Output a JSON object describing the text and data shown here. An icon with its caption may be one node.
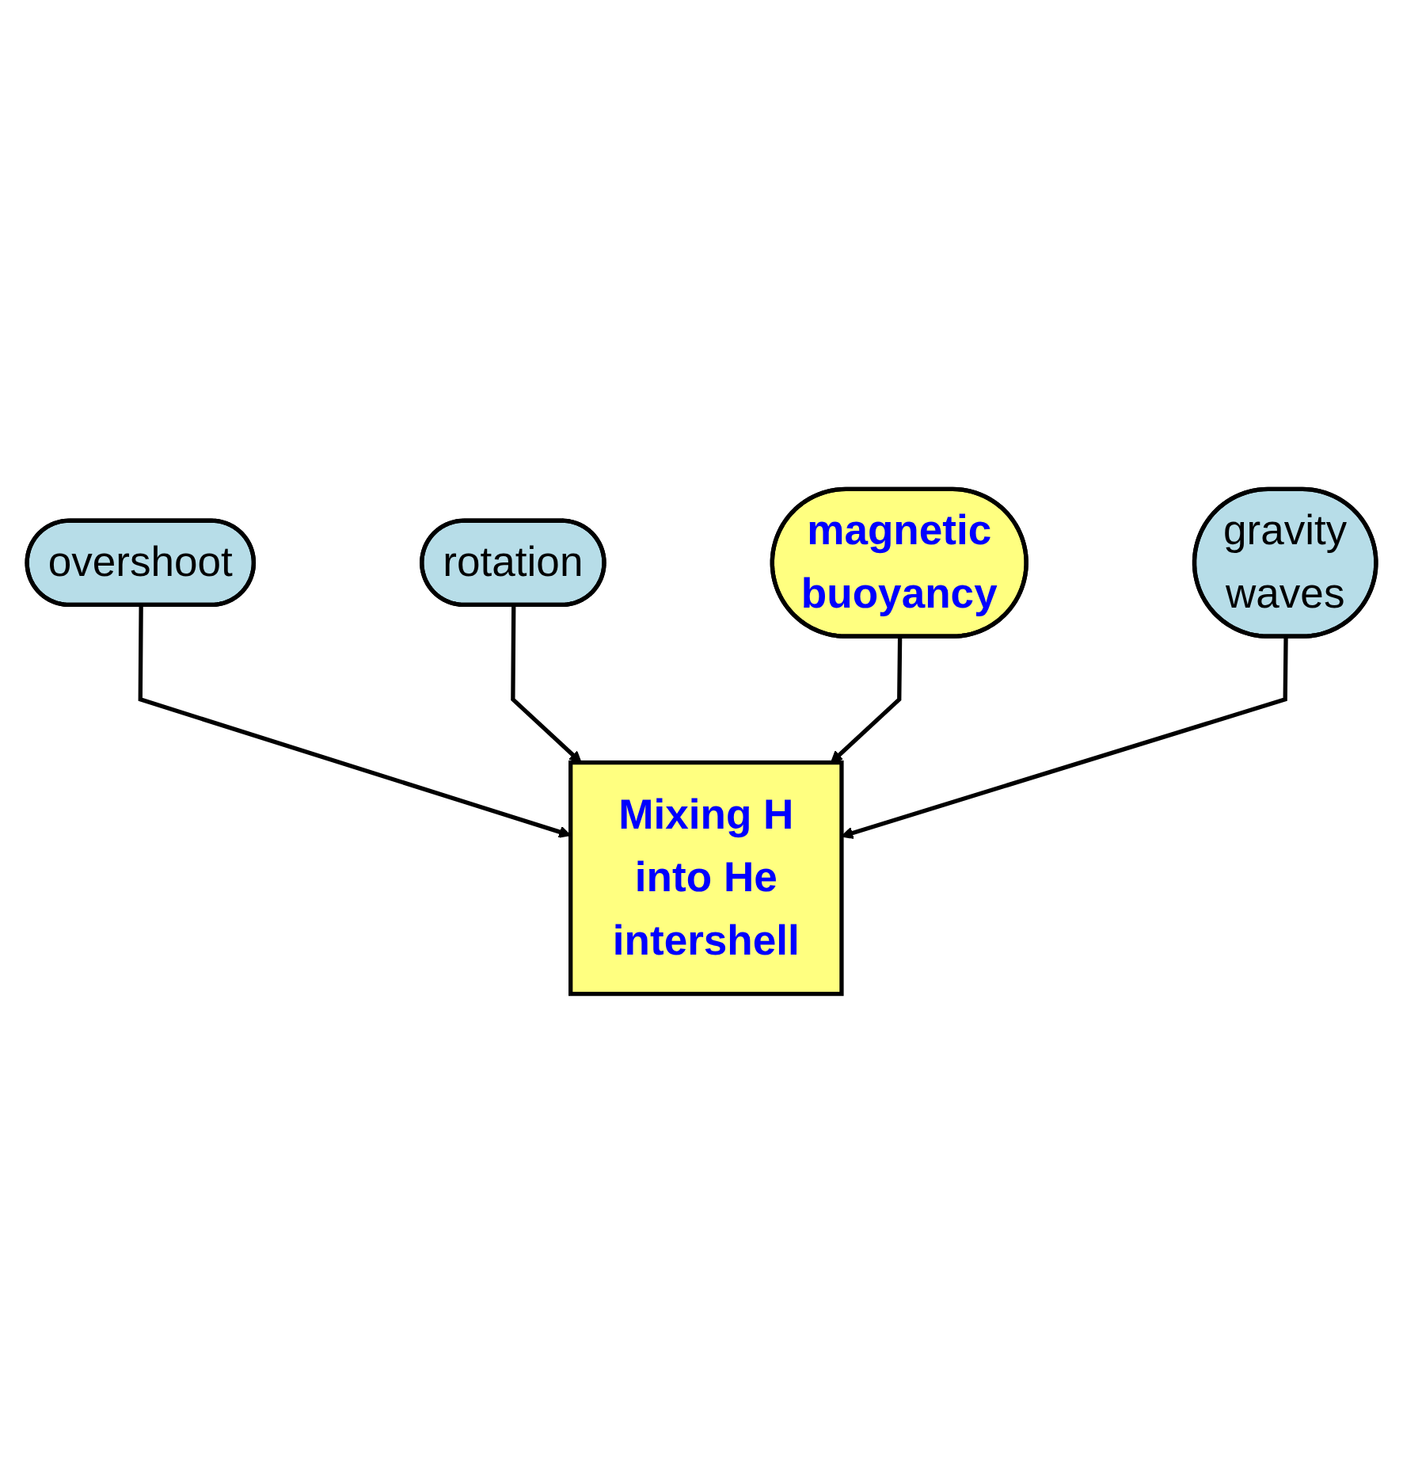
{
  "diagram": {
    "nodes": [
      {
        "text": [
          "overshoot"
        ]
      },
      {
        "text": [
          "rotation"
        ]
      },
      {
        "text": [
          "Mixing H into He intershell"
        ]
      },
      {
        "text": [
          "magnetic buoyancy"
        ]
      },
      {
        "text": [
          "gravity waves"
        ]
      }
    ],
    "edges": [
      {
        "from": 0,
        "to": 2,
        "arrow": "to"
      },
      {
        "from": 1,
        "to": 2,
        "arrow": "to"
      },
      {
        "from": 3,
        "to": 2,
        "arrow": "to"
      },
      {
        "from": 4,
        "to": 2,
        "arrow": "to"
      }
    ]
  }
}
